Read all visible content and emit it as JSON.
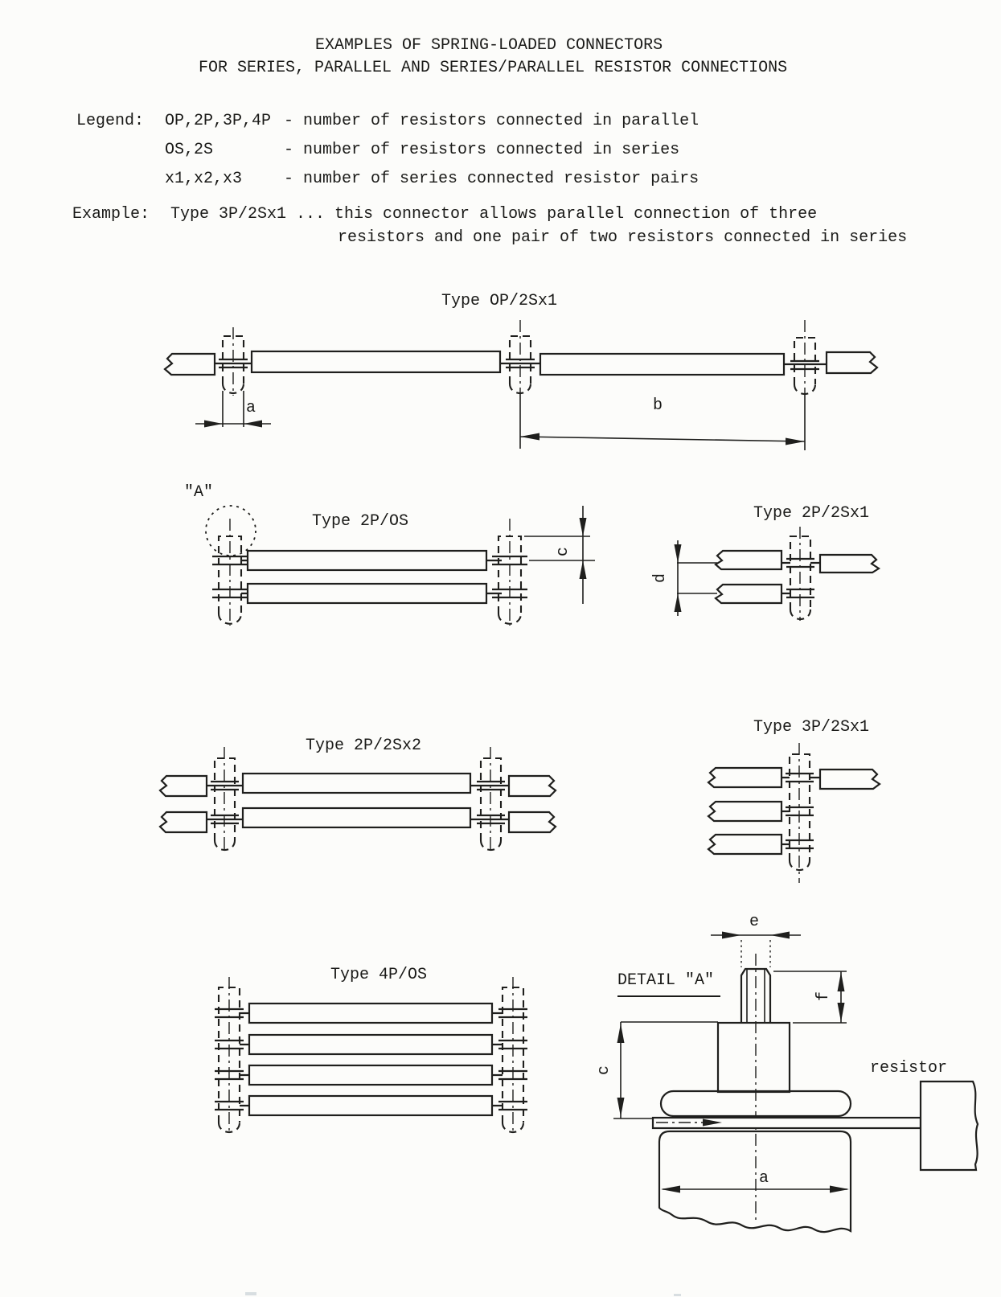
{
  "title": {
    "line1": "EXAMPLES OF SPRING-LOADED CONNECTORS",
    "line2": "FOR SERIES, PARALLEL AND SERIES/PARALLEL RESISTOR CONNECTIONS"
  },
  "legend": {
    "heading": "Legend:",
    "items": [
      {
        "symbol": "OP,2P,3P,4P",
        "description": "- number of resistors connected in parallel"
      },
      {
        "symbol": "OS,2S",
        "description": "- number of resistors connected in series"
      },
      {
        "symbol": "x1,x2,x3",
        "description": "- number of series connected resistor pairs"
      }
    ]
  },
  "example": {
    "heading": "Example:",
    "line1": "Type 3P/2Sx1 ... this connector allows parallel connection of three",
    "line2": "resistors and one pair of two resistors connected in series"
  },
  "diagrams": {
    "type_op_2sx1": {
      "label": "Type OP/2Sx1",
      "dim_a": "a",
      "dim_b": "b"
    },
    "type_2p_os": {
      "label": "Type 2P/OS",
      "detail_ref": "\"A\"",
      "dim_c": "c"
    },
    "type_2p_2sx1": {
      "label": "Type 2P/2Sx1",
      "dim_d": "d"
    },
    "type_2p_2sx2": {
      "label": "Type 2P/2Sx2"
    },
    "type_3p_2sx1": {
      "label": "Type 3P/2Sx1"
    },
    "type_4p_os": {
      "label": "Type 4P/OS"
    }
  },
  "detail_a": {
    "label": "DETAIL \"A\"",
    "dim_e": "e",
    "dim_f": "f",
    "dim_c": "c",
    "dim_a": "a",
    "resistor_label": "resistor"
  },
  "colors": {
    "ink": "#1f1f1d",
    "paper": "#fcfcfa"
  }
}
